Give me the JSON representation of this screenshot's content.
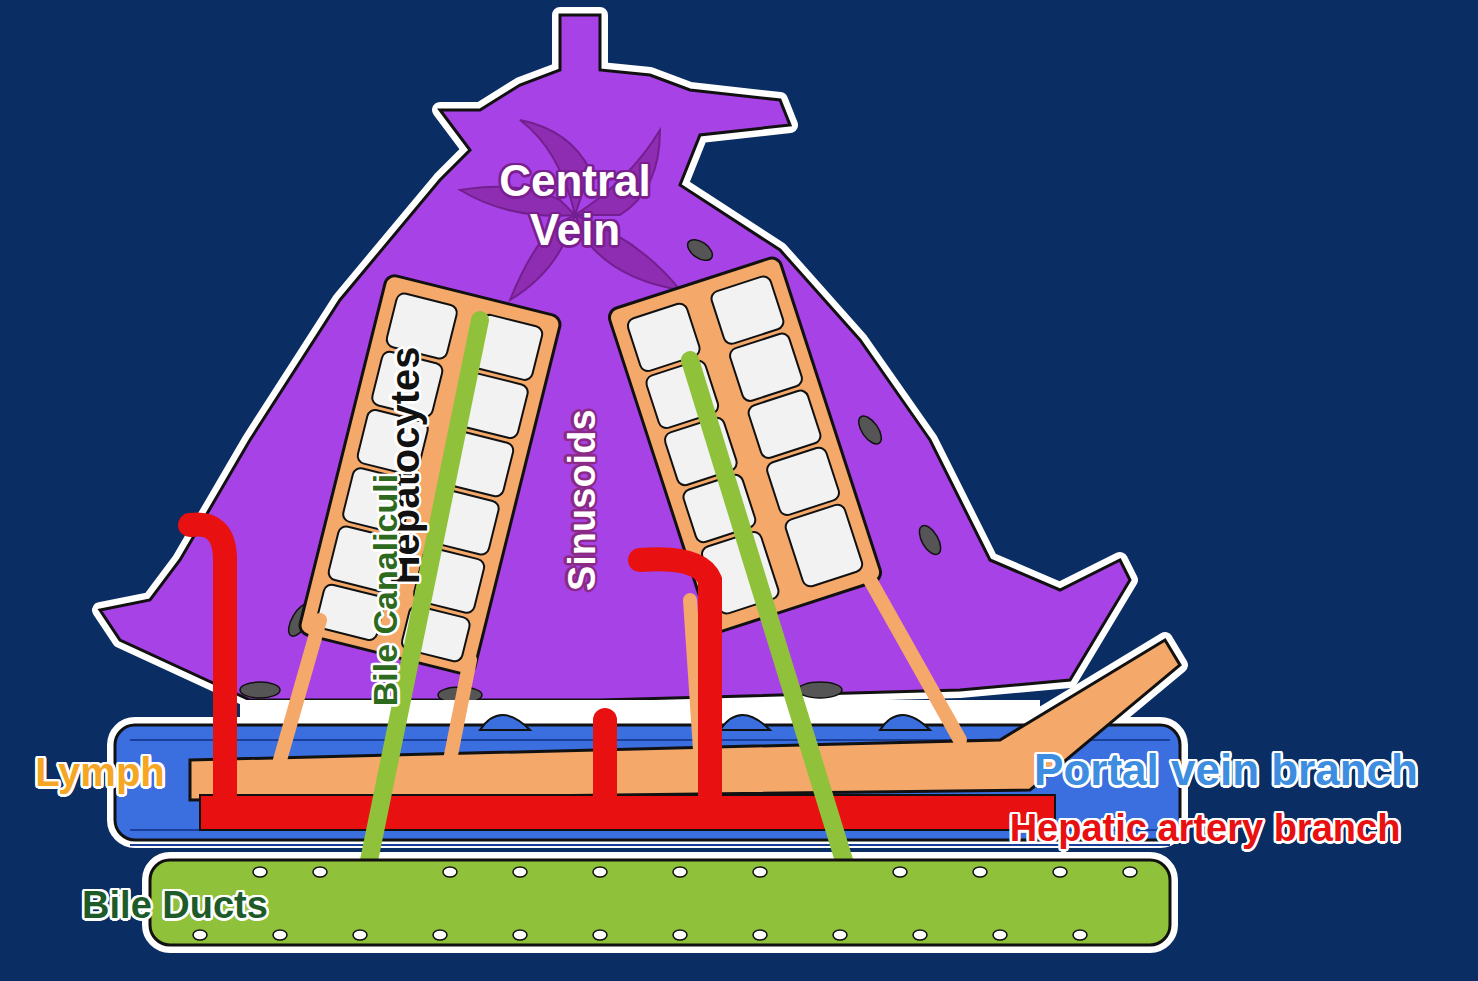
{
  "diagram": {
    "labels": [
      "Central Vein",
      "Hepatocytes",
      "Sinusoids",
      "Bile Canaliculi",
      "Lymph",
      "Portal vein branch",
      "Hepatic artery branch",
      "Bile Ducts"
    ]
  }
}
